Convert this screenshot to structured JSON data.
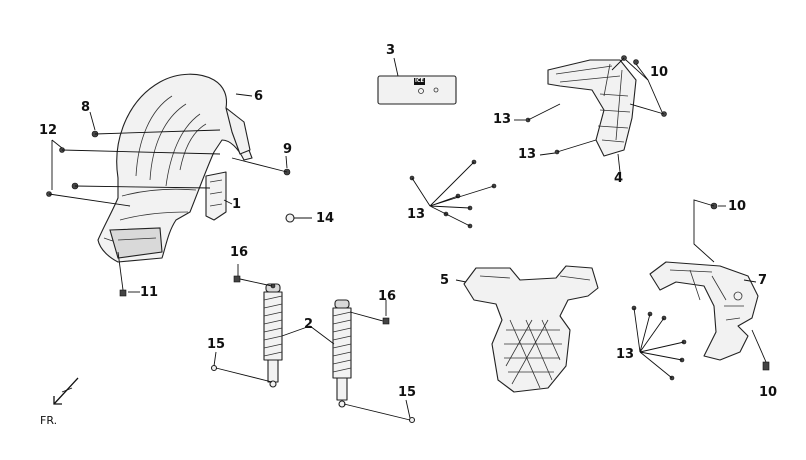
{
  "diagram": {
    "callouts": [
      {
        "id": "c1",
        "label": "1"
      },
      {
        "id": "c2",
        "label": "2"
      },
      {
        "id": "c3",
        "label": "3"
      },
      {
        "id": "c4",
        "label": "4"
      },
      {
        "id": "c5",
        "label": "5"
      },
      {
        "id": "c6",
        "label": "6"
      },
      {
        "id": "c7",
        "label": "7"
      },
      {
        "id": "c8",
        "label": "8"
      },
      {
        "id": "c9",
        "label": "9"
      },
      {
        "id": "c10a",
        "label": "10"
      },
      {
        "id": "c10b",
        "label": "10"
      },
      {
        "id": "c10c",
        "label": "10"
      },
      {
        "id": "c11",
        "label": "11"
      },
      {
        "id": "c12",
        "label": "12"
      },
      {
        "id": "c13a",
        "label": "13"
      },
      {
        "id": "c13b",
        "label": "13"
      },
      {
        "id": "c13c",
        "label": "13"
      },
      {
        "id": "c13d",
        "label": "13"
      },
      {
        "id": "c14",
        "label": "14"
      },
      {
        "id": "c15a",
        "label": "15"
      },
      {
        "id": "c15b",
        "label": "15"
      },
      {
        "id": "c16a",
        "label": "16"
      },
      {
        "id": "c16b",
        "label": "16"
      }
    ],
    "front_indicator": "FR.",
    "plate_marking": "ICE"
  }
}
